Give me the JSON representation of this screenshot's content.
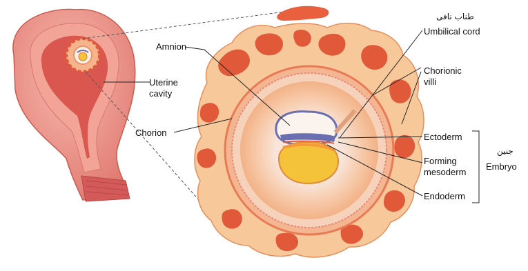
{
  "labels": {
    "amnion": "Amnion",
    "uterine_cavity_1": "Uterine",
    "uterine_cavity_2": "cavity",
    "chorion": "Chorion",
    "umbilical_cord_fa": "طناب نافی",
    "umbilical_cord": "Umbilical cord",
    "chorionic_villi_1": "Chorionic",
    "chorionic_villi_2": "villi",
    "ectoderm": "Ectoderm",
    "forming_mesoderm_1": "Forming",
    "forming_mesoderm_2": "mesoderm",
    "endoderm": "Endoderm",
    "embryo_fa": "جنین",
    "embryo": "Embryo"
  },
  "colors": {
    "uterus_outer": "#e88a80",
    "uterus_wall": "#f3a69a",
    "uterus_inner": "#d95a52",
    "decidua": "#f4b08c",
    "villi_red": "#e05a3a",
    "chorion_orange": "#f7c28e",
    "chorion_pale": "#fbe3cf",
    "amniotic_white": "#fbf3ee",
    "yolk_sac": "#f5c33a",
    "ectoderm_blue": "#6a6fb0",
    "leader_line": "#222222"
  }
}
